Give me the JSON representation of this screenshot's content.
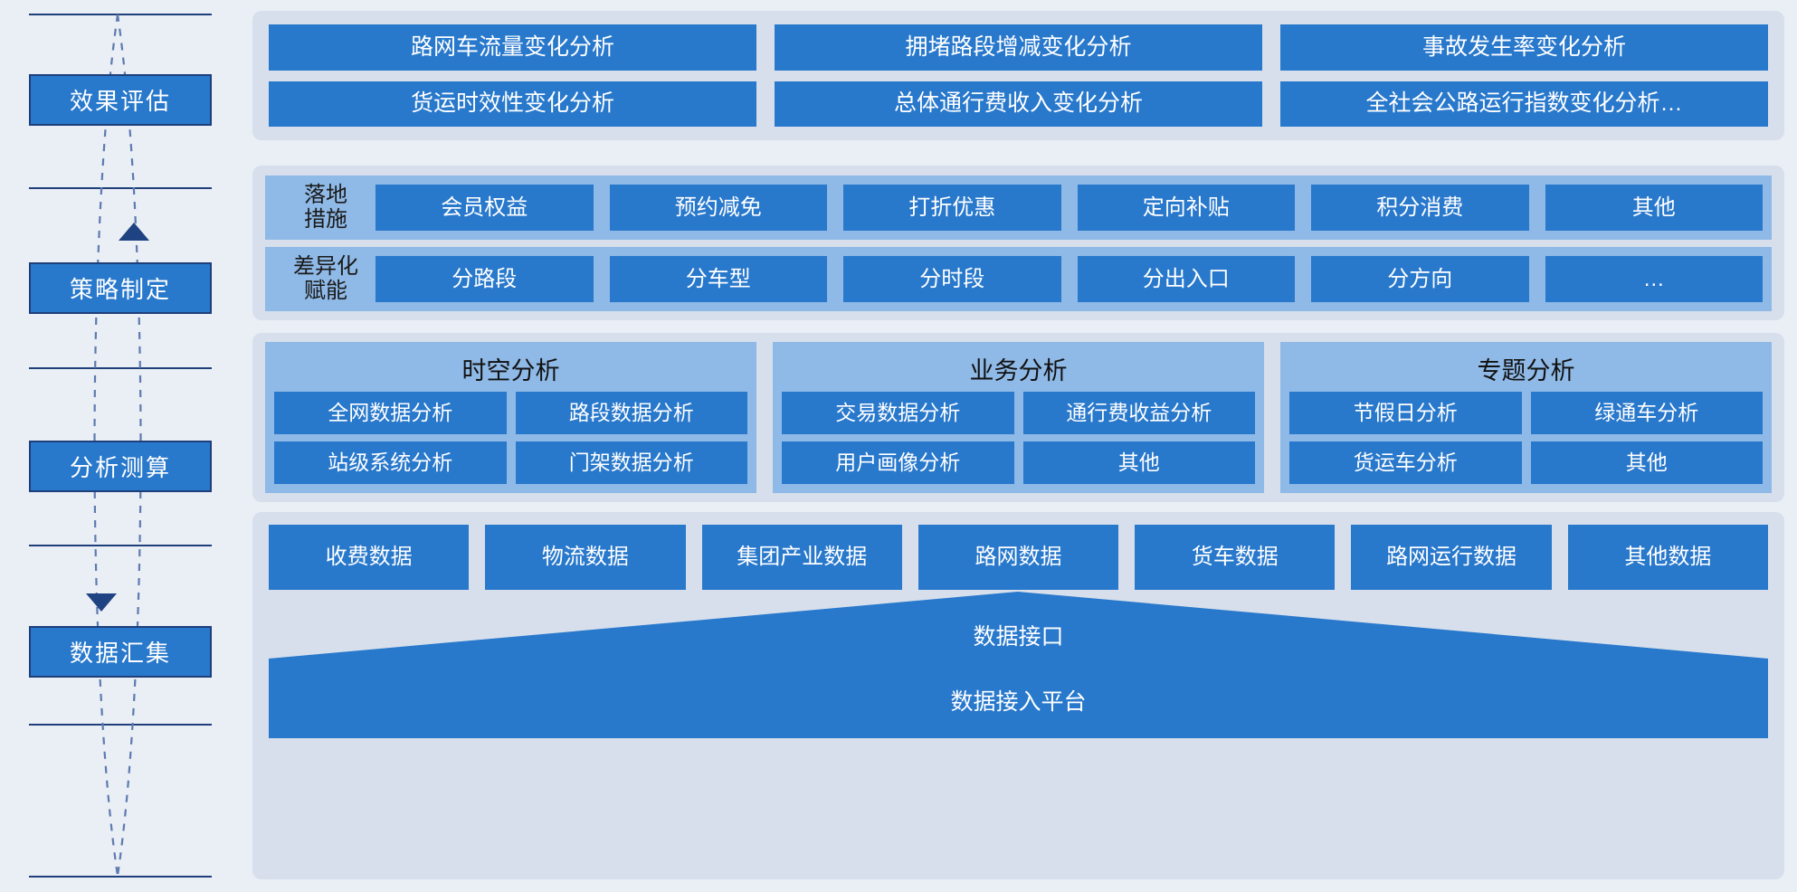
{
  "colors": {
    "page_bg": "#eaeef5",
    "panel_bg": "#d6dfeb",
    "tile_blue": "#2878cc",
    "group_blue": "#8fb9e6",
    "rail_navy": "#1f3f7a",
    "arrow_navy": "#1f4382"
  },
  "rail": {
    "stages": [
      {
        "label": "效果评估"
      },
      {
        "label": "策略制定"
      },
      {
        "label": "分析测算"
      },
      {
        "label": "数据汇集"
      }
    ],
    "arrow_up": "arrow-up-icon",
    "arrow_down": "arrow-down-icon"
  },
  "effect": {
    "items": [
      "路网车流量变化分析",
      "拥堵路段增减变化分析",
      "事故发生率变化分析",
      "货运时效性变化分析",
      "总体通行费收入变化分析",
      "全社会公路运行指数变化分析…"
    ]
  },
  "strategy": {
    "rows": [
      {
        "label": "落地\n措施",
        "items": [
          "会员权益",
          "预约减免",
          "打折优惠",
          "定向补贴",
          "积分消费",
          "其他"
        ]
      },
      {
        "label": "差异化\n赋能",
        "items": [
          "分路段",
          "分车型",
          "分时段",
          "分出入口",
          "分方向",
          "…"
        ]
      }
    ]
  },
  "analysis": {
    "groups": [
      {
        "title": "时空分析",
        "items": [
          "全网数据分析",
          "路段数据分析",
          "站级系统分析",
          "门架数据分析"
        ]
      },
      {
        "title": "业务分析",
        "items": [
          "交易数据分析",
          "通行费收益分析",
          "用户画像分析",
          "其他"
        ]
      },
      {
        "title": "专题分析",
        "items": [
          "节假日分析",
          "绿通车分析",
          "货运车分析",
          "其他"
        ]
      }
    ]
  },
  "data": {
    "sources": [
      "收费数据",
      "物流数据",
      "集团产业数据",
      "路网数据",
      "货车数据",
      "路网运行数据",
      "其他数据"
    ],
    "interface_label": "数据接口",
    "platform_label": "数据接入平台"
  }
}
